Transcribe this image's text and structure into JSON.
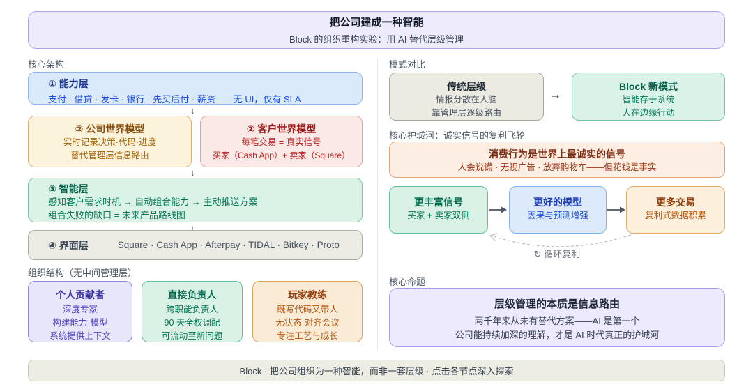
{
  "header": {
    "title": "把公司建成一种智能",
    "subtitle": "Block 的组织重构实验：用 AI 替代层级管理"
  },
  "architecture": {
    "section_label": "核心架构",
    "capability": {
      "title": "① 能力层",
      "body": "支付 · 借贷 · 发卡 · 银行 · 先买后付 · 薪资——无 UI，仅有 SLA"
    },
    "company_model": {
      "title": "② 公司世界模型",
      "line1": "实时记录决策·代码·进度",
      "line2": "替代管理层信息路由"
    },
    "customer_model": {
      "title": "② 客户世界模型",
      "line1": "每笔交易 = 真实信号",
      "line2": "买家（Cash App）+ 卖家（Square）"
    },
    "intelligence": {
      "title": "③ 智能层",
      "line1": "感知客户需求时机 → 自动组合能力 → 主动推送方案",
      "line2": "组合失败的缺口 = 未来产品路线图"
    },
    "interface": {
      "title": "④ 界面层",
      "products": "Square · Cash App · Afterpay · TIDAL · Bitkey · Proto"
    },
    "down_arrow": "↓"
  },
  "organization": {
    "section_label": "组织结构（无中间管理层）",
    "roles": [
      {
        "title": "个人贡献者",
        "lines": [
          "深度专家",
          "构建能力·模型",
          "系统提供上下文"
        ]
      },
      {
        "title": "直接负责人",
        "lines": [
          "跨职能负责人",
          "90 天全权调配",
          "可流动至新问题"
        ]
      },
      {
        "title": "玩家教练",
        "lines": [
          "既写代码又带人",
          "无状态·对齐会议",
          "专注工艺与成长"
        ]
      }
    ]
  },
  "comparison": {
    "section_label": "模式对比",
    "traditional": {
      "title": "传统层级",
      "line1": "情报分散在人脑",
      "line2": "靠管理层逐级路由"
    },
    "arrow": "→",
    "new_model": {
      "title": "Block 新模式",
      "line1": "智能存于系统",
      "line2": "人在边缘行动"
    }
  },
  "moat": {
    "section_label": "核心护城河：诚实信号的复利飞轮",
    "honest_signal": {
      "title": "消费行为是世界上最诚实的信号",
      "line": "人会说谎 · 无视广告 · 放弃购物车——但花钱是事实"
    },
    "flywheel": [
      {
        "title": "更丰富信号",
        "line": "买家 + 卖家双侧"
      },
      {
        "title": "更好的模型",
        "line": "因果与预测增强"
      },
      {
        "title": "更多交易",
        "line": "复利式数据积累"
      }
    ],
    "cycle_label": "↻ 循环复利"
  },
  "thesis": {
    "section_label": "核心命题",
    "title": "层级管理的本质是信息路由",
    "line1": "两千年来从未有替代方案——AI 是第一个",
    "line2": "公司能持续加深的理解，才是 AI 时代真正的护城河"
  },
  "footer": {
    "text": "Block · 把公司组织为一种智能，而非一套层级 · 点击各节点深入探索"
  },
  "palette": {
    "header_bg": "#EDEBFC",
    "header_border": "#ACA4E6",
    "blue_bg": "#DBEAFB",
    "blue_border": "#8FB6E6",
    "blue_text": "#1D4ED8",
    "gold_bg": "#FCF3DC",
    "gold_border": "#D9AE6A",
    "gold_text": "#A16207",
    "red_bg": "#FBE9E7",
    "red_border": "#E2A69F",
    "red_text": "#B91C1C",
    "green_bg": "#DBF2E7",
    "green_border": "#77C7A2",
    "green_text": "#047857",
    "gray_bg": "#ECECE4",
    "gray_border": "#ABABA0",
    "purple_bg": "#E8E6FB",
    "purple_border": "#8F87D8",
    "purple_text": "#5147BD",
    "orange_bg": "#FAEBD6",
    "orange_border": "#D9A55F",
    "orange_text": "#B45309",
    "peach_bg": "#FCEEE2",
    "peach_border": "#DFA478",
    "peach_text": "#9A3412",
    "lavender_bg": "#ECEAFC",
    "lavender_border": "#A89FE8",
    "footer_bg": "#EDEDE4",
    "footer_border": "#C9C9BB",
    "label_text": "#4B5563",
    "arrow_color": "#4B5563"
  }
}
